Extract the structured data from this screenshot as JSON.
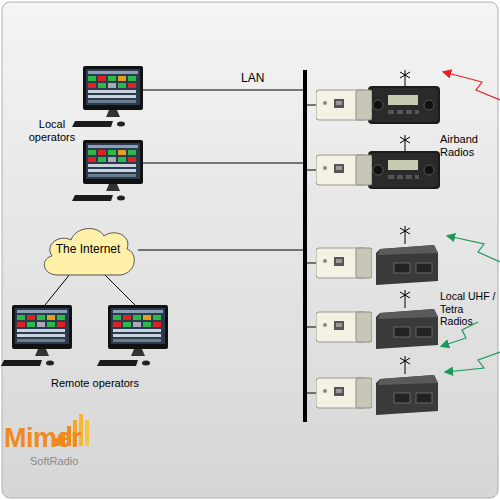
{
  "diagram": {
    "nodes": [
      {
        "text": [
          "LAN"
        ]
      },
      {
        "text": [
          "The Internet"
        ]
      }
    ],
    "edges": [
      {
        "from": 1,
        "to": 0,
        "arrow": "none"
      }
    ],
    "labels": [
      "Local operators",
      "Airband Radios",
      "Local UHF / Tetra Radios",
      "Remote operators",
      "Mimer",
      "SoftRadio"
    ]
  }
}
